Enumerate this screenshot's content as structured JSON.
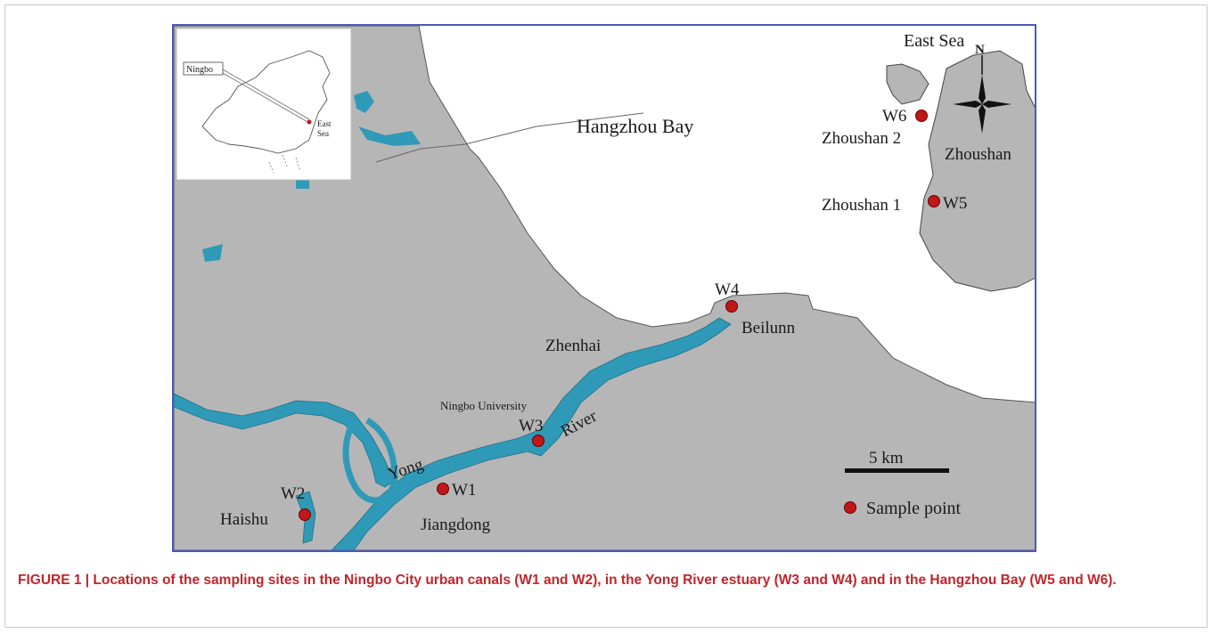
{
  "map": {
    "labels": {
      "east_sea": "East Sea",
      "north": "N",
      "hangzhou_bay": "Hangzhou Bay",
      "zhoushan": "Zhoushan",
      "zhoushan1": "Zhoushan 1",
      "zhoushan2": "Zhoushan 2",
      "zhenhai": "Zhenhai",
      "beilun": "Beilunn",
      "ningbo_university": "Ningbo University",
      "river": "River",
      "yong": "Yong",
      "jiangdong": "Jiangdong",
      "haishu": "Haishu"
    },
    "sample_points": [
      {
        "id": "W1"
      },
      {
        "id": "W2"
      },
      {
        "id": "W3"
      },
      {
        "id": "W4"
      },
      {
        "id": "W5"
      },
      {
        "id": "W6"
      }
    ],
    "scale_bar": "5 km",
    "legend": "Sample point",
    "inset": {
      "city": "Ningbo",
      "sea_line1": "East",
      "sea_line2": "Sea"
    },
    "colors": {
      "land": "#b6b6b6",
      "water": "#2f9ab8",
      "point": "#c01818",
      "frame": "#4a59b8",
      "caption": "#c0252a"
    }
  },
  "caption": "FIGURE 1 | Locations of the sampling sites in the Ningbo City urban canals (W1 and W2), in the Yong River estuary (W3 and W4) and in the Hangzhou Bay (W5 and W6)."
}
